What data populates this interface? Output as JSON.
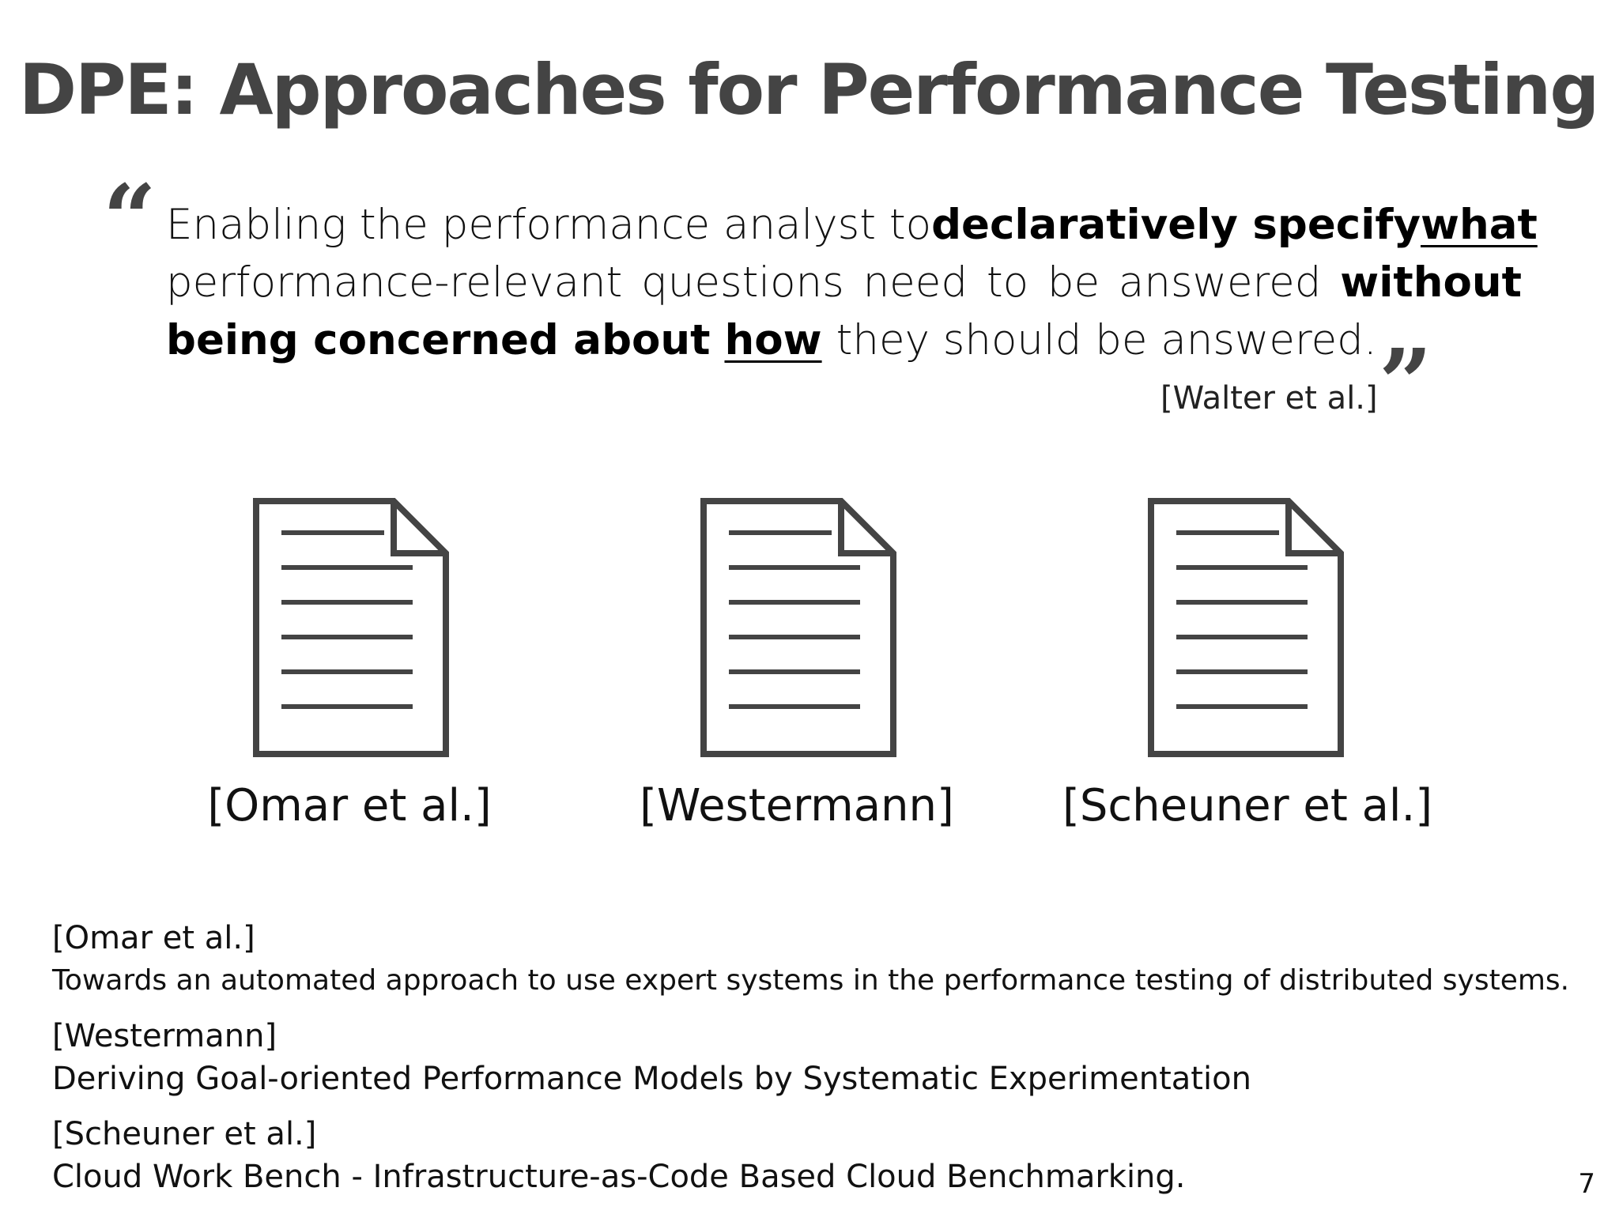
{
  "slide": {
    "title": "DPE: Approaches for Performance Testing",
    "page_number": "7",
    "colors": {
      "title": "#444444",
      "icon_stroke": "#444444",
      "text": "#111111"
    }
  },
  "quote": {
    "open_mark": "“",
    "close_mark": "”",
    "line1": {
      "a": "Enabling the performance analyst to",
      "b": "declaratively specify",
      "c": "what"
    },
    "line2": {
      "w1": "performance-relevant",
      "w2": "questions",
      "w3": "need",
      "w4": "to",
      "w5": "be",
      "w6": "answered",
      "w7": "without"
    },
    "line3": {
      "a": "being concerned about",
      "b": "how",
      "c": "they should be answered."
    },
    "attribution": "[Walter et al.]"
  },
  "approaches": [
    {
      "label": "[Omar et al.]",
      "icon": "document-icon"
    },
    {
      "label": "[Westermann]",
      "icon": "document-icon"
    },
    {
      "label": "[Scheuner et al.]",
      "icon": "document-icon"
    }
  ],
  "references": [
    {
      "key": "[Omar et al.]",
      "title": "Towards an automated approach to use expert systems in the performance testing of distributed systems."
    },
    {
      "key": "[Westermann]",
      "title": "Deriving Goal-oriented Performance Models by Systematic Experimentation"
    },
    {
      "key": "[Scheuner et al.]",
      "title": "Cloud Work Bench - Infrastructure-as-Code Based Cloud Benchmarking."
    }
  ]
}
